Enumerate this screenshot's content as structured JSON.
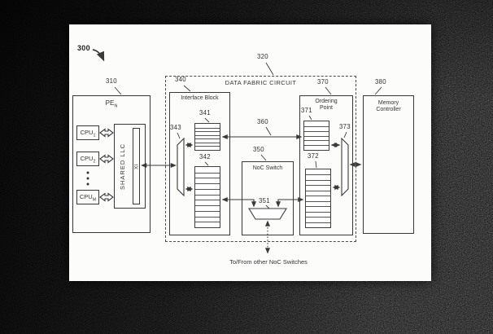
{
  "figure": {
    "ref": "300",
    "note_bottom": "To/From other NoC Switches"
  },
  "pe_block": {
    "ref": "310",
    "title": "PE",
    "title_sub": "N",
    "cpus": [
      {
        "name": "CPU",
        "sub": "1"
      },
      {
        "name": "CPU",
        "sub": "2"
      },
      {
        "name": "CPU",
        "sub": "M"
      }
    ],
    "llc_label": "SHARED LLC",
    "xi_label": "XI"
  },
  "data_fabric": {
    "ref": "320",
    "title": "DATA FABRIC CIRCUIT",
    "interface_block": {
      "ref": "340",
      "title": "Interface Block",
      "queue_a": {
        "ref": "341",
        "slots": 7
      },
      "queue_b": {
        "ref": "342",
        "slots": 11
      },
      "mux": {
        "ref": "343"
      }
    },
    "noc_switch": {
      "ref": "350",
      "title": "NoC Switch",
      "mux": {
        "ref": "351"
      }
    },
    "bus": {
      "ref": "360"
    },
    "ordering_point": {
      "ref": "370",
      "title": "Ordering Point",
      "queue_a": {
        "ref": "371",
        "slots": 6
      },
      "queue_b": {
        "ref": "372",
        "slots": 11
      },
      "mux": {
        "ref": "373"
      }
    }
  },
  "memory_controller": {
    "ref": "380",
    "title": "Memory Controller"
  },
  "colors": {
    "paper": "#fcfcfb",
    "line": "#3a3a3a",
    "background": "#050505"
  }
}
